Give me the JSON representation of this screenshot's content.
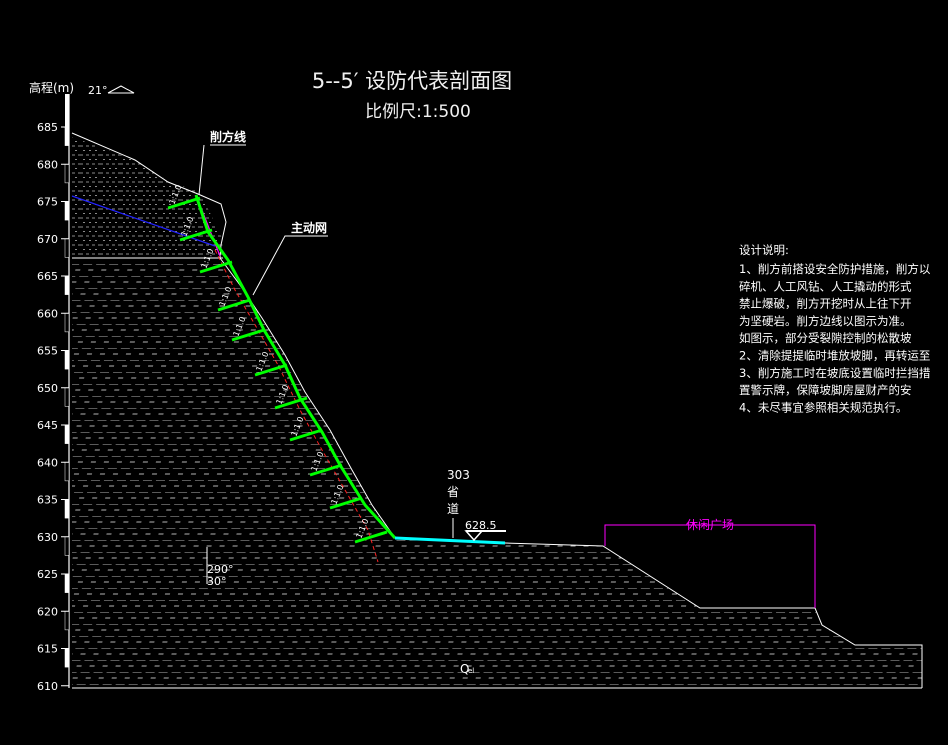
{
  "title": "5--5′ 设防代表剖面图",
  "scale": "比例尺:1:500",
  "axis": {
    "label": "高程(m)",
    "ticks": [
      "685",
      "680",
      "675",
      "670",
      "665",
      "660",
      "655",
      "650",
      "645",
      "640",
      "635",
      "630",
      "625",
      "620",
      "615",
      "610"
    ]
  },
  "dip_top": "21°",
  "dip_bottom_a": "290°",
  "dip_bottom_b": "30°",
  "labels": {
    "cut_line": "削方线",
    "active_net": "主动网",
    "road_a": "303",
    "road_b": "省",
    "road_c": "道",
    "elevation_mark": "628.5",
    "plaza": "休闲广场",
    "footer_mark": "Q",
    "footer_sub": "el"
  },
  "slope_ratio": "1:1.0",
  "notes": {
    "heading": "设计说明:",
    "lines": [
      "1、削方前搭设安全防护措施，削方以",
      "    碎机、人工风钻、人工撬动的形式",
      "    禁止爆破，削方开挖时从上往下开",
      "    为坚硬岩。削方边线以图示为准。",
      "    如图示，部分受裂隙控制的松散坡",
      "2、清除提提临时堆放坡脚，再转运至",
      "3、削方施工时在坡底设置临时拦挡措",
      "    置警示牌，保障坡脚房屋财产的安",
      "4、未尽事宜参照相关规范执行。"
    ]
  },
  "colors": {
    "background": "#000000",
    "lines": "#ffffff",
    "hatch": "#c8c8c8",
    "net": "#00ff00",
    "road": "#00ffff",
    "plaza": "#ff00ff",
    "blue_line": "#2222ff",
    "red_line": "#ff2020"
  }
}
